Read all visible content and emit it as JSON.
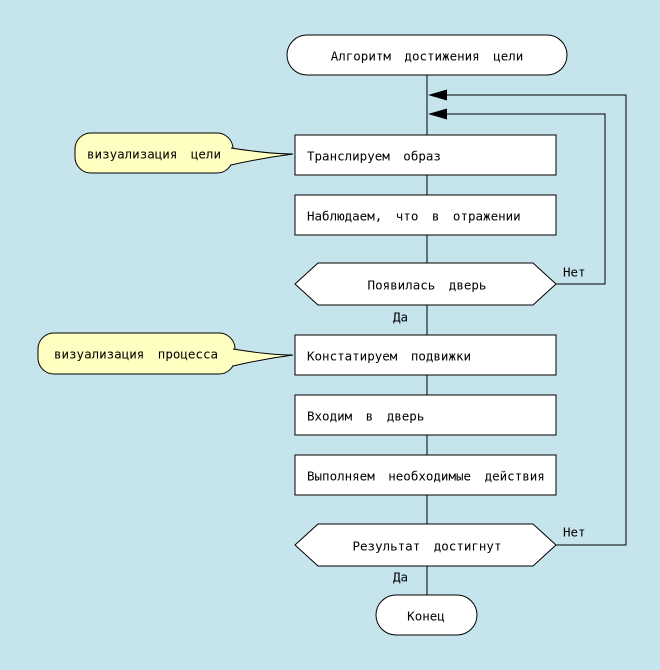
{
  "canvas": {
    "background_color": "#c5e4eb",
    "node_fill_color": "#ffffff",
    "node_border_color": "#000000",
    "callout_fill_color": "#ffffc2",
    "line_color": "#000000"
  },
  "nodes": {
    "start": "Алгоритм достижения цели",
    "step_translate": "Транслируем образ",
    "step_observe": "Наблюдаем, что в отражении",
    "decision_door": "Появилась дверь",
    "step_note": "Констатируем подвижки",
    "step_enter": "Входим в дверь",
    "step_actions": "Выполняем необходимые действия",
    "decision_result": "Результат достигнут",
    "end": "Конец"
  },
  "callouts": {
    "goal": "визуализация цели",
    "process": "визуализация процесса"
  },
  "edge_labels": {
    "decision_door_yes": "Да",
    "decision_door_no": "Нет",
    "decision_result_yes": "Да",
    "decision_result_no": "Нет"
  }
}
